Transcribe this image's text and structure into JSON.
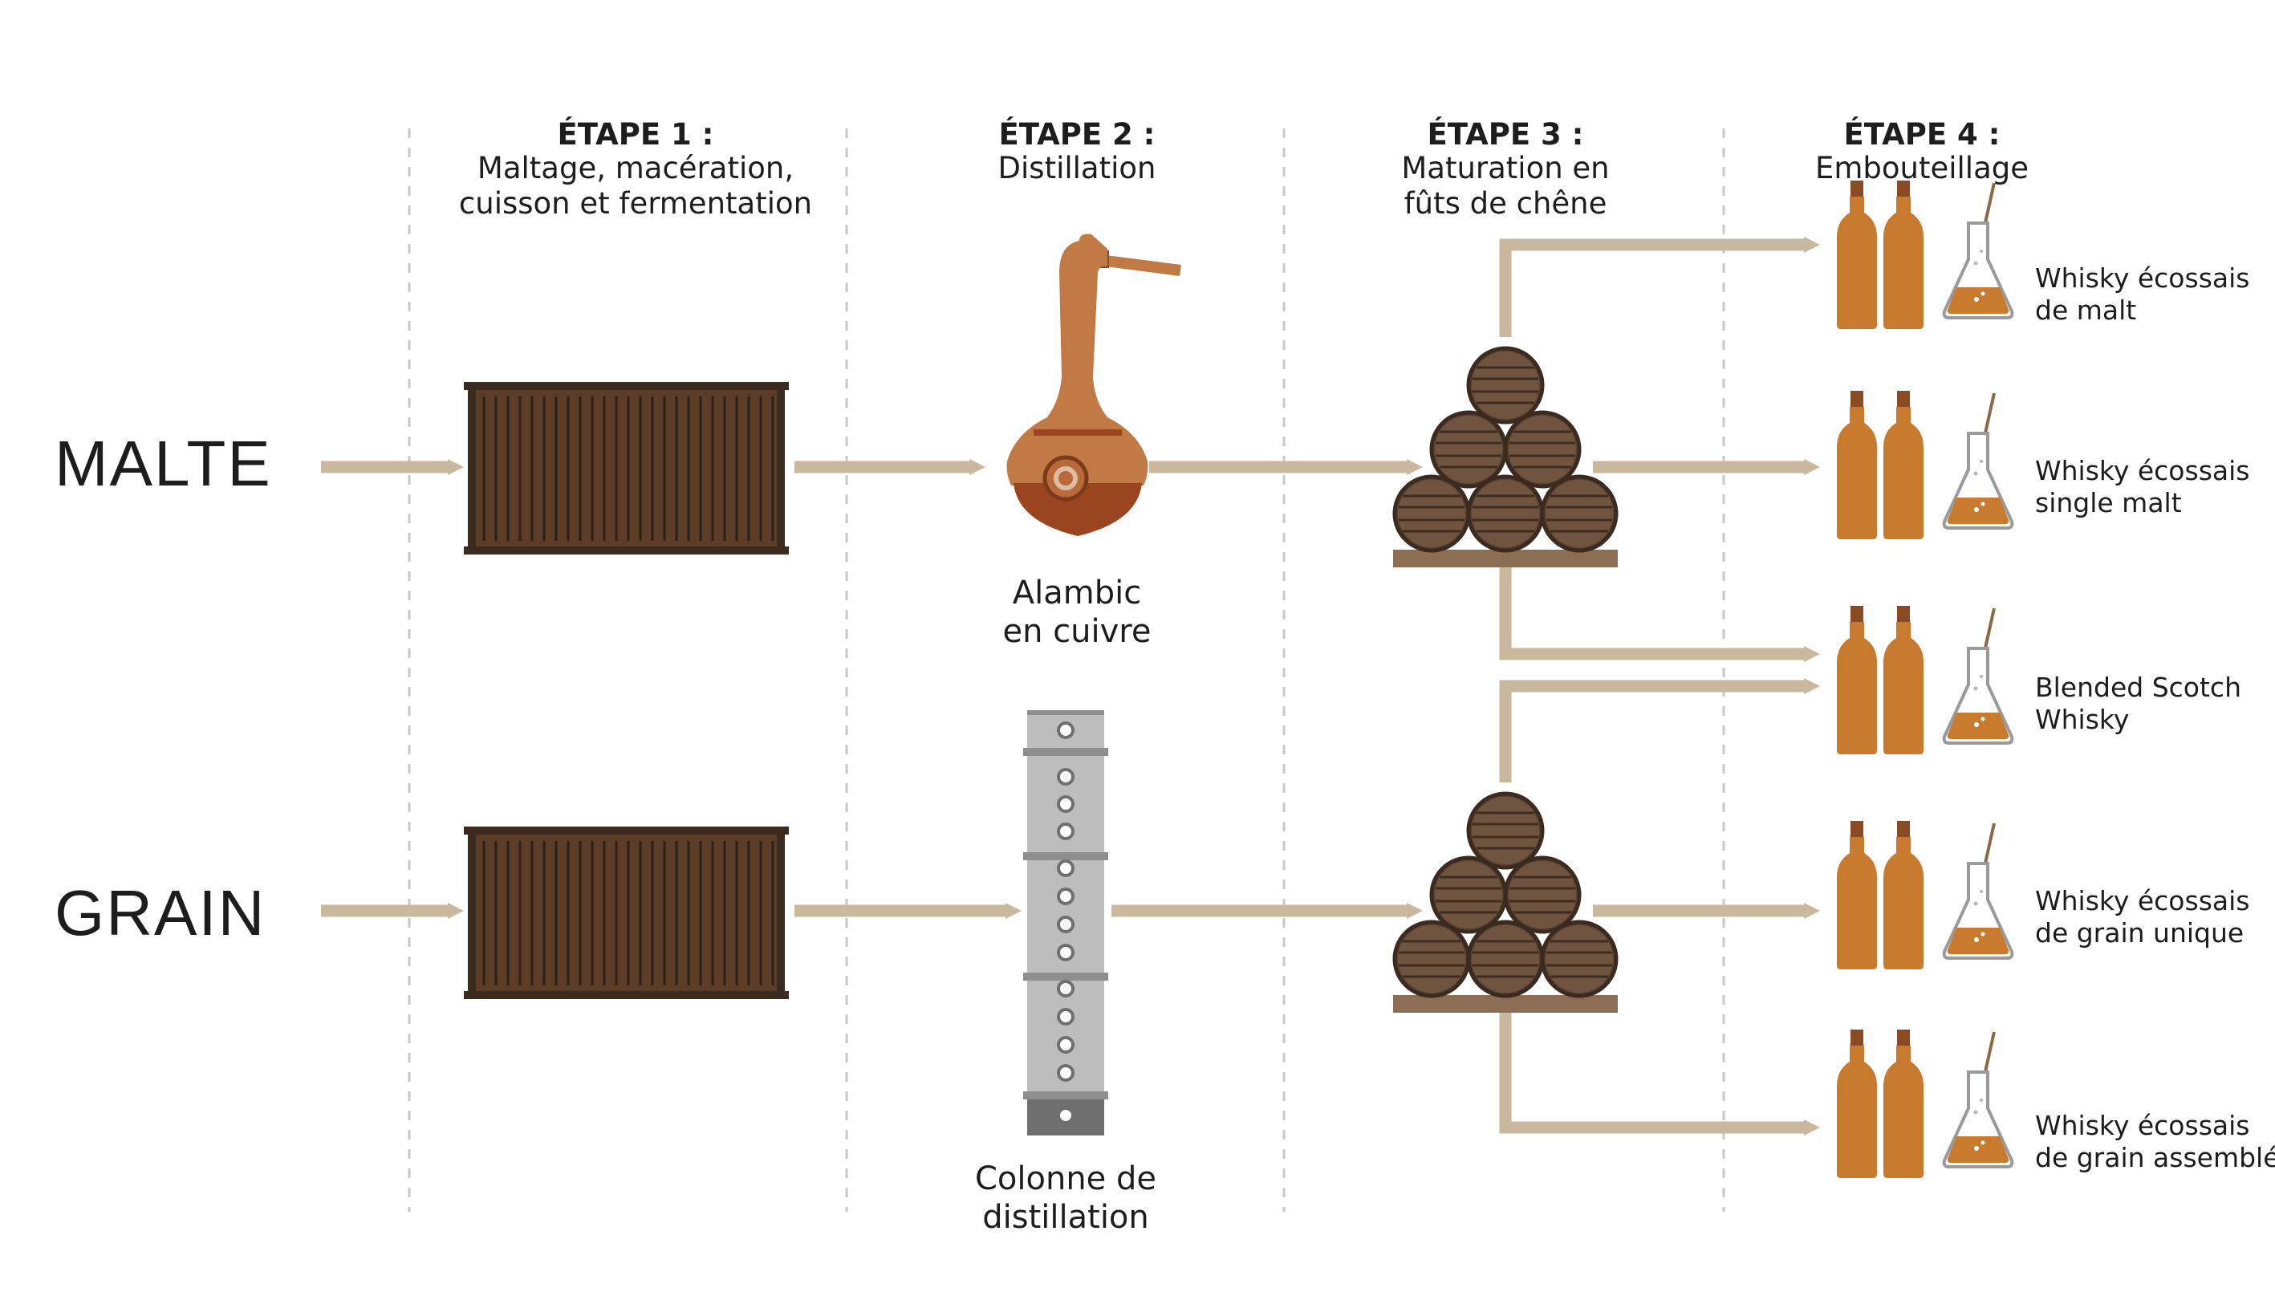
{
  "steps": [
    {
      "title": "ÉTAPE 1 :",
      "lines": [
        "Maltage, macération,",
        "cuisson et fermentation"
      ]
    },
    {
      "title": "ÉTAPE 2 :",
      "lines": [
        "Distillation"
      ]
    },
    {
      "title": "ÉTAPE 3 :",
      "lines": [
        "Maturation en",
        "fûts de chêne"
      ]
    },
    {
      "title": "ÉTAPE 4 :",
      "lines": [
        "Embouteillage"
      ]
    }
  ],
  "rows": {
    "malt": "MALTE",
    "grain": "GRAIN"
  },
  "equipment": {
    "pot_still": [
      "Alambic",
      "en cuivre"
    ],
    "column_still": [
      "Colonne de",
      "distillation"
    ]
  },
  "products": [
    [
      "Whisky écossais",
      "de malt"
    ],
    [
      "Whisky écossais",
      "single malt"
    ],
    [
      "Blended Scotch",
      "Whisky"
    ],
    [
      "Whisky écossais",
      "de grain unique"
    ],
    [
      "Whisky écossais",
      "de grain assemblé"
    ]
  ],
  "colors": {
    "flow": "#c9b89d",
    "wood_dark": "#4a3222",
    "copper": "#b5683a",
    "amber": "#c87a2e",
    "steel": "#b9b9b9"
  },
  "icons": [
    "mash-tun-icon",
    "pot-still-icon",
    "column-still-icon",
    "barrel-stack-icon",
    "bottle-icon",
    "glass-icon"
  ]
}
